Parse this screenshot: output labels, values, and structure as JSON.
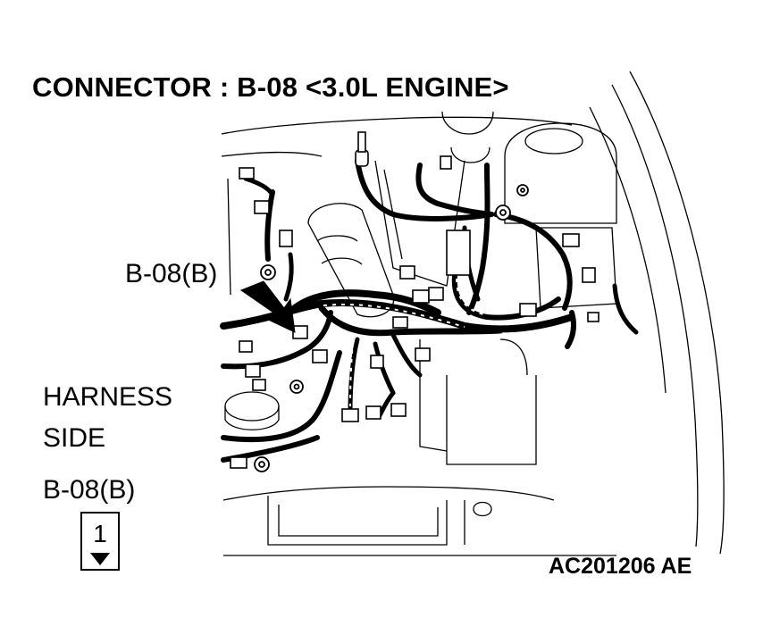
{
  "diagram": {
    "title": "CONNECTOR : B-08 <3.0L ENGINE>",
    "callout_label": "B-08(B)",
    "harness_line1": "HARNESS",
    "harness_line2": "SIDE",
    "connector_label": "B-08(B)",
    "pin_number": "1",
    "reference_code": "AC201206 AE"
  }
}
